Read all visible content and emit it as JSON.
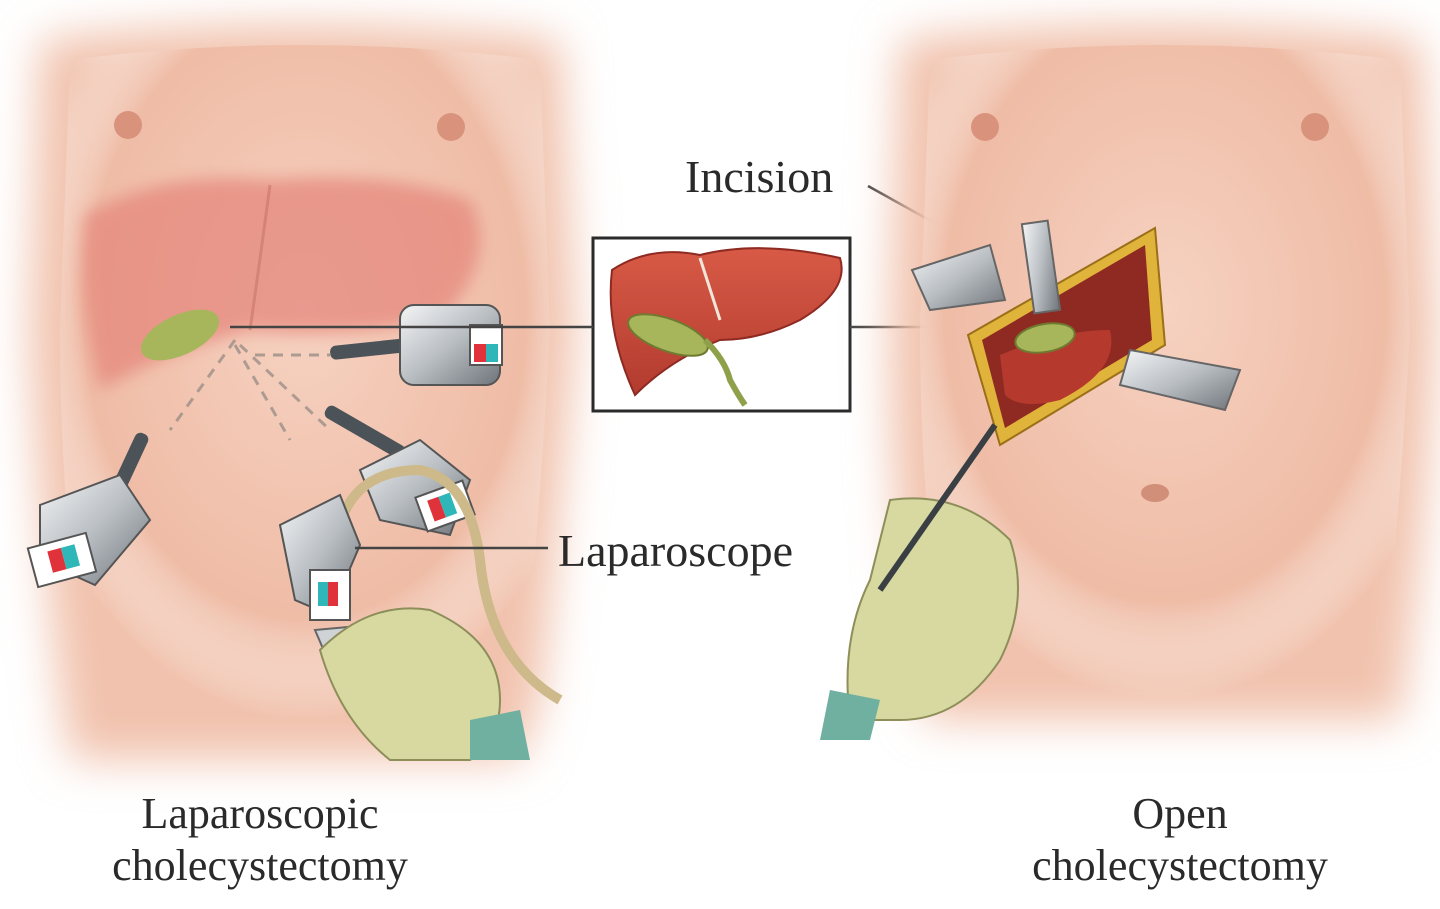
{
  "labels": {
    "incision": "Incision",
    "laparoscope": "Laparoscope"
  },
  "captions": {
    "left": {
      "line1": "Laparoscopic",
      "line2": "cholecystectomy"
    },
    "right": {
      "line1": "Open",
      "line2": "cholecystectomy"
    }
  },
  "colors": {
    "skin": "#f2c3ae",
    "skin_shadow": "#e7a48c",
    "liver": "#c9483a",
    "gallbladder": "#a7b65a",
    "glove": "#d7d9a0",
    "wound_edge": "#e0b33a",
    "instrument": "#bfc4c8",
    "accent_red": "#e0323a",
    "accent_teal": "#2fb6b8"
  }
}
